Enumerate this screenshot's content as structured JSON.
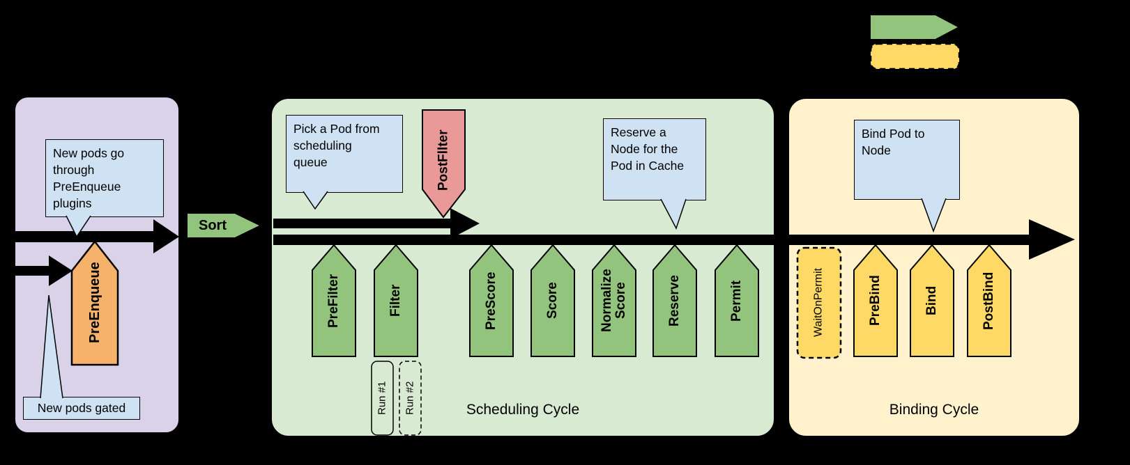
{
  "colors": {
    "background": "#000000",
    "arrow": "#000000",
    "queue_box": "#d9d2e9",
    "scheduling_box": "#d9ead3",
    "binding_box": "#fff2cc",
    "callout_blue": "#cfe2f3",
    "extension_green": "#93c47d",
    "extension_orange": "#f6b26b",
    "postfilter_red": "#ea9999",
    "extension_yellow": "#ffd966"
  },
  "sort_label": "Sort",
  "queue_section": {
    "callout_top": "New pods go\nthrough\nPreEnqueue\nplugins",
    "extension": "PreEnqueue",
    "callout_bottom": "New pods gated"
  },
  "scheduling_cycle": {
    "title": "Scheduling Cycle",
    "callout_pick": "Pick a Pod from\nscheduling\nqueue",
    "callout_reserve": "Reserve a\nNode for the\nPod in Cache",
    "post_filter": "PostFllter",
    "extensions": [
      "PreFilter",
      "Filter",
      "PreScore",
      "Score",
      "Normalize\nScore",
      "Reserve",
      "Permit"
    ],
    "filter_runs": [
      "Run #1",
      "Run #2"
    ]
  },
  "binding_cycle": {
    "title": "Binding Cycle",
    "callout_bind": "Bind Pod to\nNode",
    "wait_on_permit": "WaitOnPermit",
    "extensions": [
      "PreBind",
      "Bind",
      "PostBind"
    ]
  }
}
